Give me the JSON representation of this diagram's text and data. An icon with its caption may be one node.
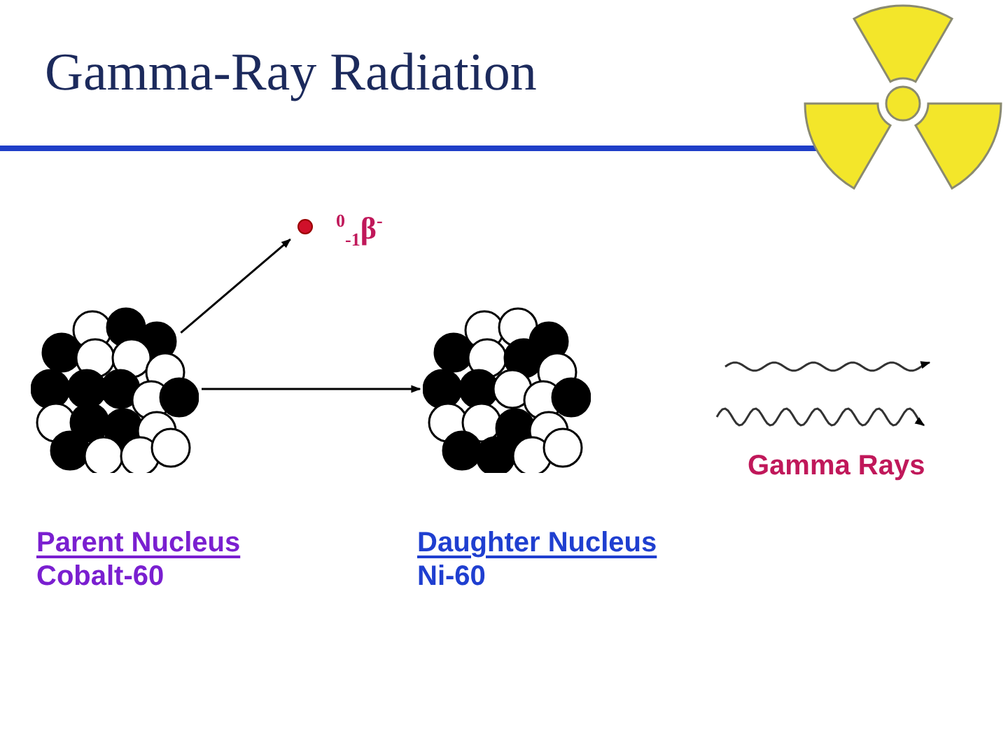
{
  "diagram": {
    "title": "Gamma-Ray Radiation",
    "nodes": [
      {
        "text": [],
        "shape": "picture",
        "beside": [
          "Parent Nucleus",
          "Cobalt-60"
        ]
      },
      {
        "text": [],
        "shape": "circle",
        "beside": [
          "$^{0}$$_{-1}$β$^{-}$"
        ]
      },
      {
        "text": [],
        "shape": "picture",
        "beside": [
          "Daughter Nucleus",
          "Ni-60"
        ]
      }
    ],
    "edges": [
      {
        "from": 0,
        "to": 1,
        "arrow": "to"
      },
      {
        "from": 0,
        "to": 2,
        "arrow": "to"
      }
    ],
    "labels": [
      "Gamma Rays"
    ]
  }
}
